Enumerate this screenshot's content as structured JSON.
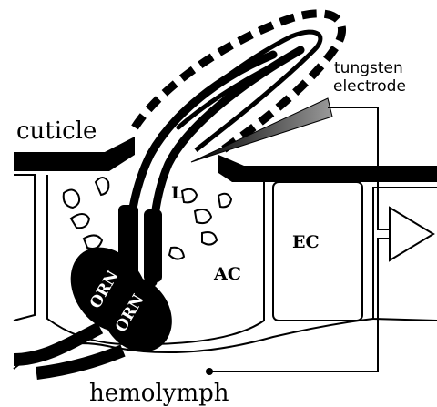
{
  "labels": {
    "cuticle": "cuticle",
    "electrode_line1": "tungsten",
    "electrode_line2": "electrode",
    "lymph": "L",
    "ec": "EC",
    "ac": "AC",
    "orn_1": "ORN",
    "orn_2": "ORN",
    "hemolymph": "hemolymph"
  },
  "colors": {
    "ink": "#000000",
    "paper": "#ffffff"
  }
}
